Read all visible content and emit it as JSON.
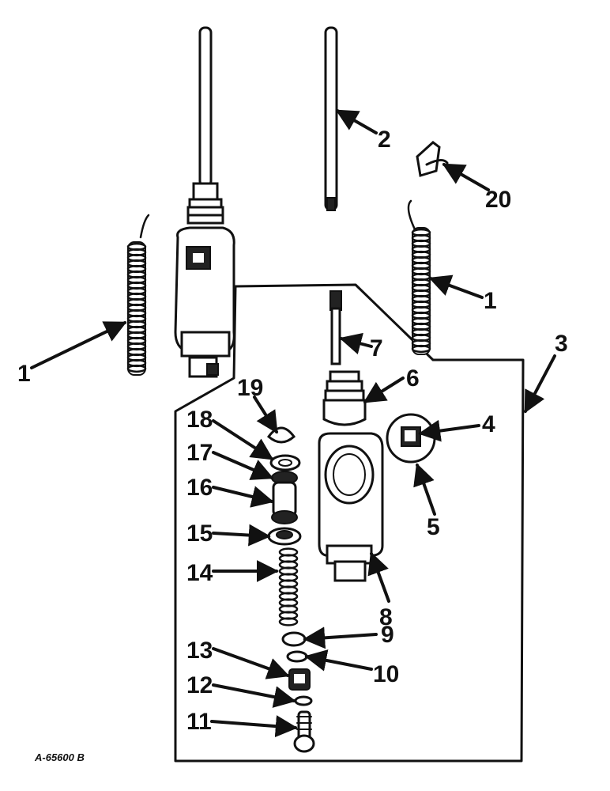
{
  "diagram": {
    "figure_code": "A-65600 B",
    "callouts": [
      {
        "id": "callout-1-left",
        "text": "1"
      },
      {
        "id": "callout-1-right",
        "text": "1"
      },
      {
        "id": "callout-2",
        "text": "2"
      },
      {
        "id": "callout-3",
        "text": "3"
      },
      {
        "id": "callout-4",
        "text": "4"
      },
      {
        "id": "callout-5",
        "text": "5"
      },
      {
        "id": "callout-6",
        "text": "6"
      },
      {
        "id": "callout-7",
        "text": "7"
      },
      {
        "id": "callout-8",
        "text": "8"
      },
      {
        "id": "callout-9",
        "text": "9"
      },
      {
        "id": "callout-10",
        "text": "10"
      },
      {
        "id": "callout-11",
        "text": "11"
      },
      {
        "id": "callout-12",
        "text": "12"
      },
      {
        "id": "callout-13",
        "text": "13"
      },
      {
        "id": "callout-14",
        "text": "14"
      },
      {
        "id": "callout-15",
        "text": "15"
      },
      {
        "id": "callout-16",
        "text": "16"
      },
      {
        "id": "callout-17",
        "text": "17"
      },
      {
        "id": "callout-18",
        "text": "18"
      },
      {
        "id": "callout-19",
        "text": "19"
      },
      {
        "id": "callout-20",
        "text": "20"
      }
    ]
  }
}
